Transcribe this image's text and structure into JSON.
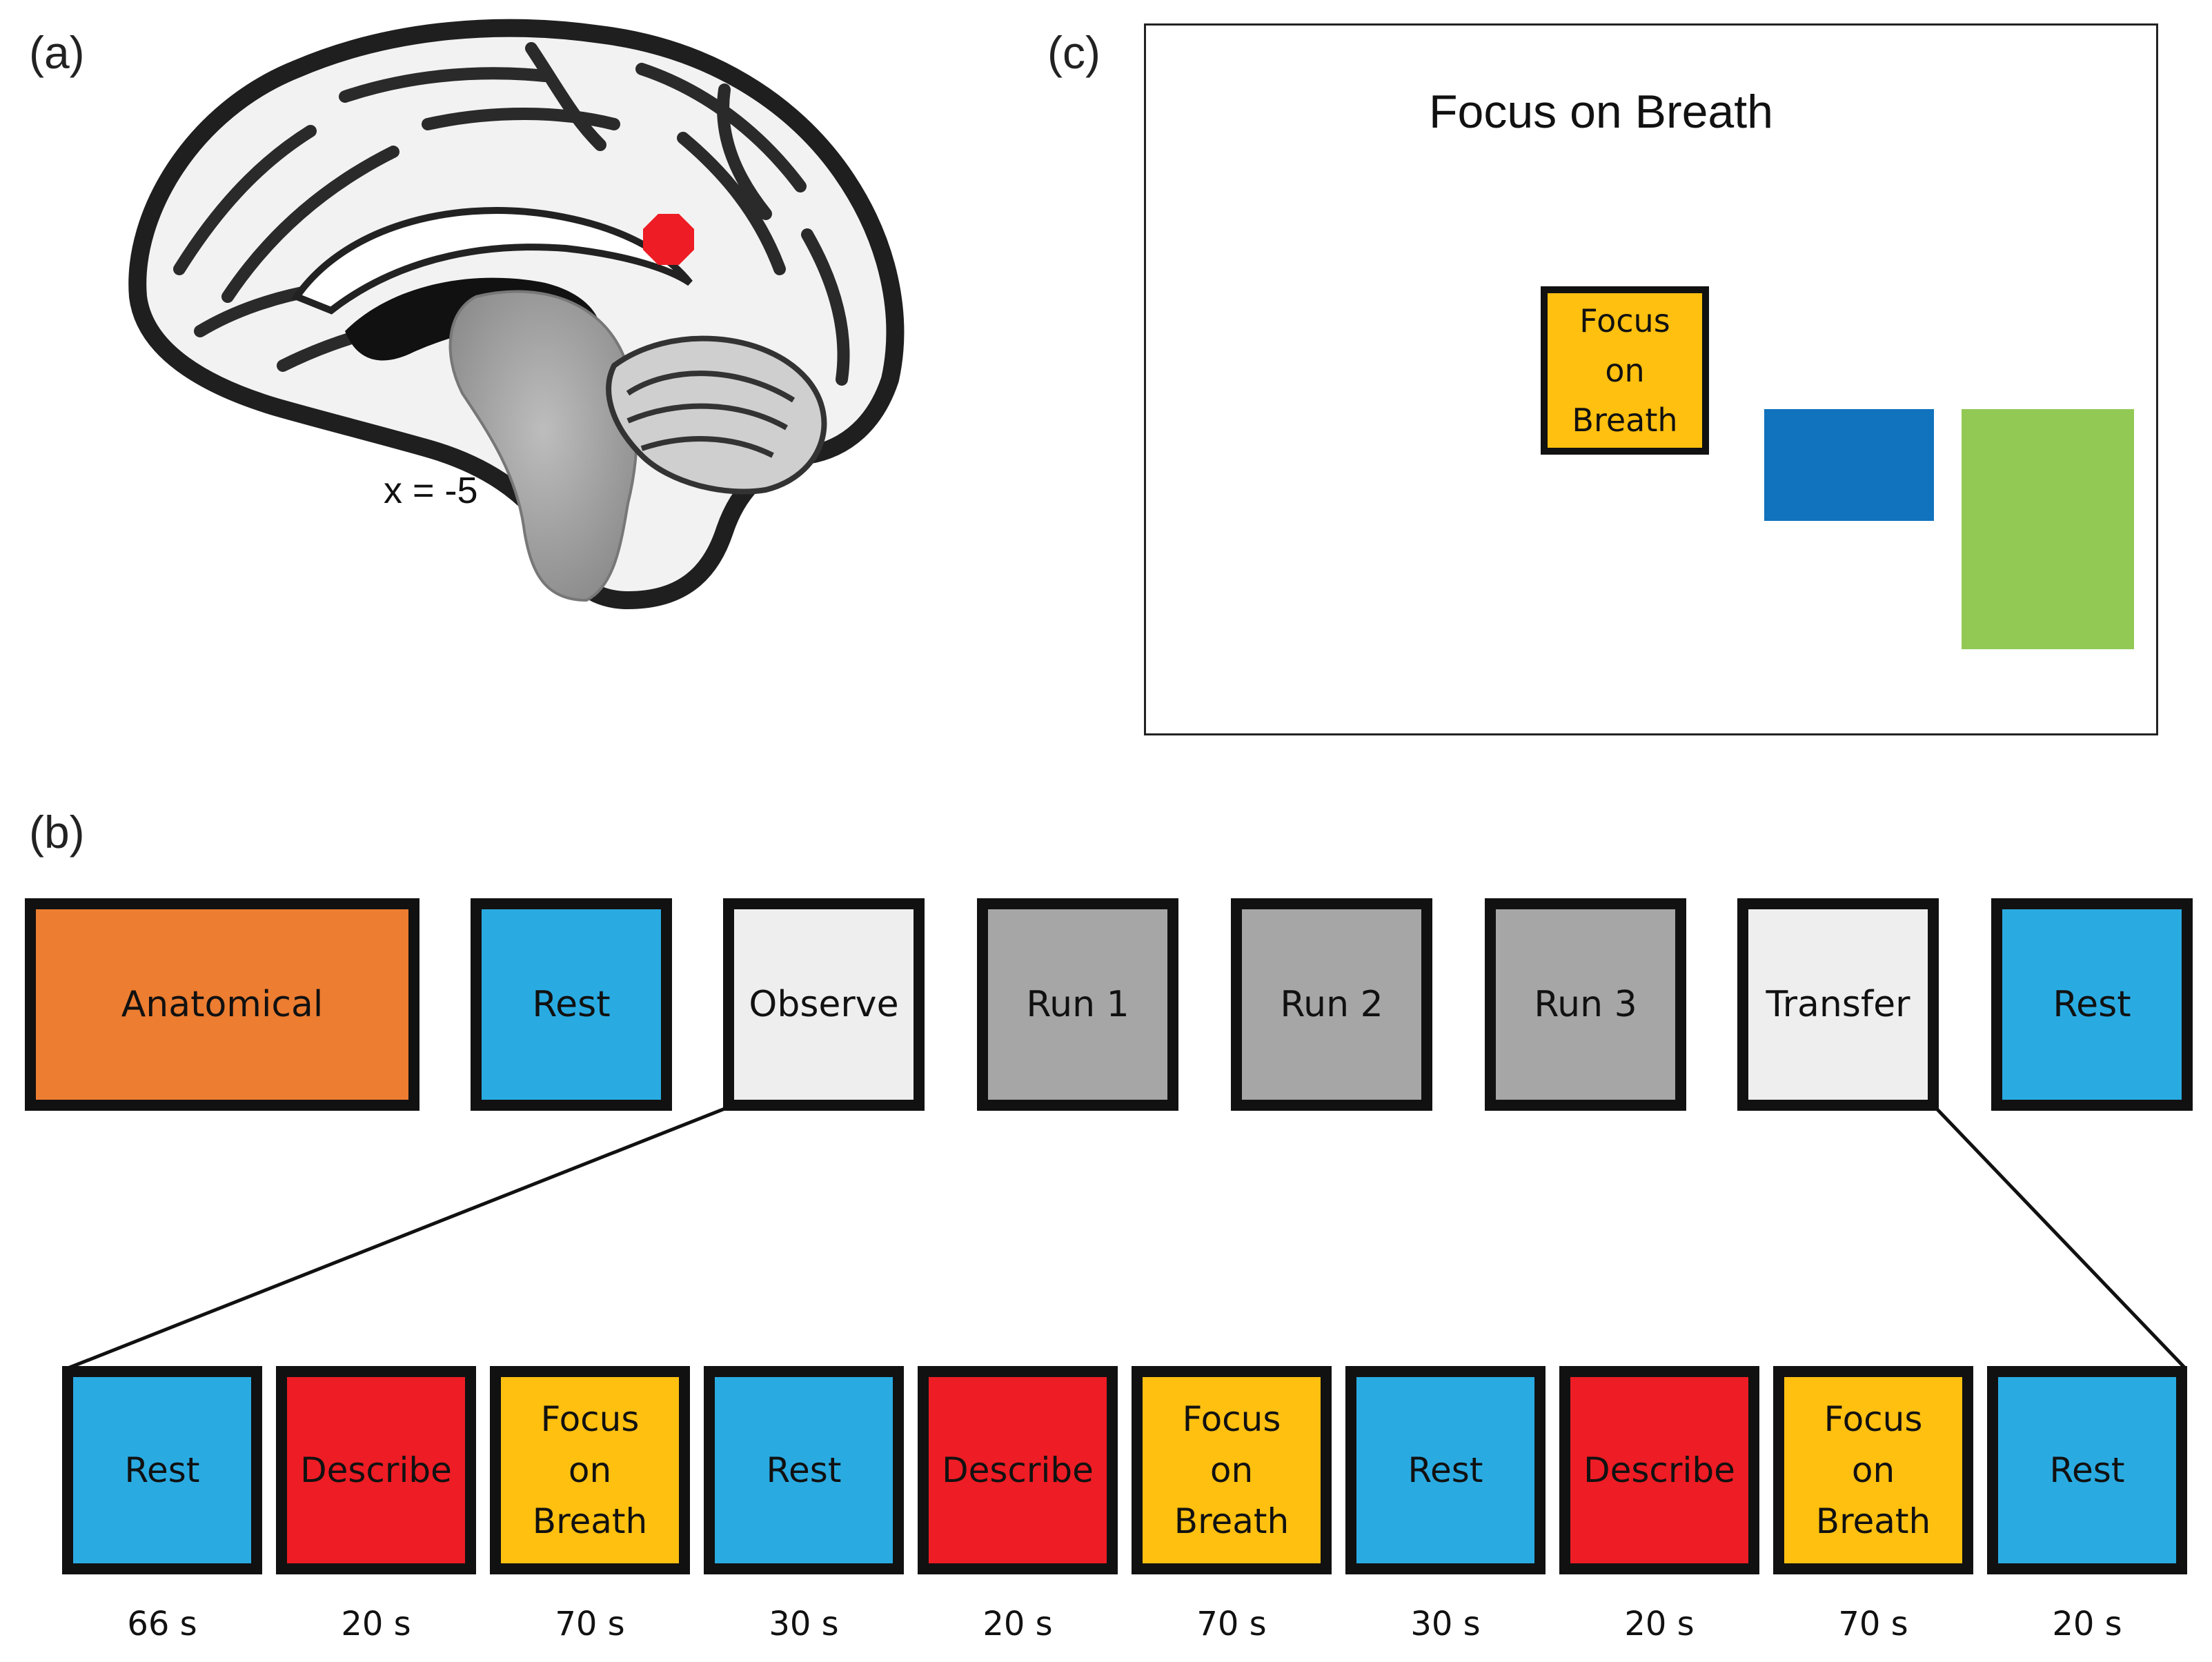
{
  "panel_a": {
    "label": "(a)",
    "coordinate": "x = -5",
    "roi_color": "#ee1c24"
  },
  "panel_b": {
    "label": "(b)",
    "sequence": [
      {
        "label": "Anatomical",
        "color": "#ed7d31"
      },
      {
        "label": "Rest",
        "color": "#29abe2"
      },
      {
        "label": "Observe",
        "color": "#eeeeee"
      },
      {
        "label": "Run 1",
        "color": "#a6a6a6"
      },
      {
        "label": "Run 2",
        "color": "#a6a6a6"
      },
      {
        "label": "Run 3",
        "color": "#a6a6a6"
      },
      {
        "label": "Transfer",
        "color": "#eeeeee"
      },
      {
        "label": "Rest",
        "color": "#29abe2"
      }
    ],
    "blocks": [
      {
        "label": "Rest",
        "color": "#29abe2",
        "duration": "66 s"
      },
      {
        "label": "Describe",
        "color": "#ee1c24",
        "duration": "20 s"
      },
      {
        "label": "Focus\non\nBreath",
        "color": "#ffc00f",
        "duration": "70 s"
      },
      {
        "label": "Rest",
        "color": "#29abe2",
        "duration": "30 s"
      },
      {
        "label": "Describe",
        "color": "#ee1c24",
        "duration": "20 s"
      },
      {
        "label": "Focus\non\nBreath",
        "color": "#ffc00f",
        "duration": "70 s"
      },
      {
        "label": "Rest",
        "color": "#29abe2",
        "duration": "30 s"
      },
      {
        "label": "Describe",
        "color": "#ee1c24",
        "duration": "20 s"
      },
      {
        "label": "Focus\non\nBreath",
        "color": "#ffc00f",
        "duration": "70 s"
      },
      {
        "label": "Rest",
        "color": "#29abe2",
        "duration": "20 s"
      }
    ]
  },
  "panel_c": {
    "label": "(c)",
    "title": "Focus on Breath",
    "focus_box_label": "Focus\non\nBreath",
    "colors": {
      "focus": "#ffc00f",
      "blue": "#1172bd",
      "green": "#92c955"
    }
  }
}
